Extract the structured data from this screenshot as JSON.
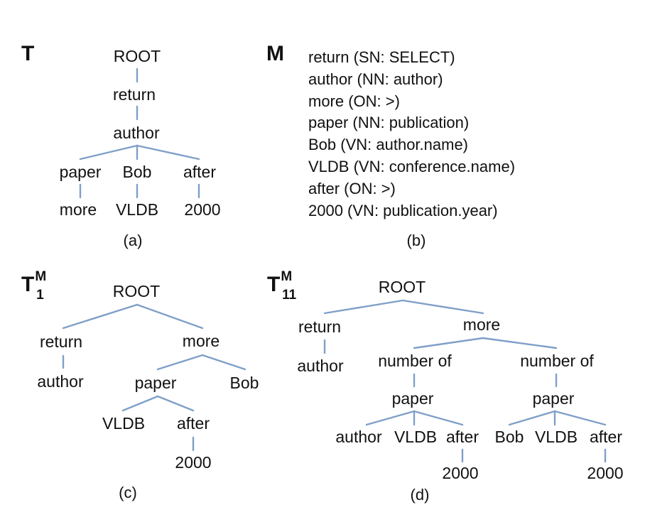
{
  "panels": {
    "a": {
      "label": "T",
      "caption": "(a)",
      "nodes": {
        "root": "ROOT",
        "return": "return",
        "author": "author",
        "paper": "paper",
        "bob": "Bob",
        "after": "after",
        "more": "more",
        "vldb": "VLDB",
        "y2000": "2000"
      }
    },
    "b": {
      "label": "M",
      "caption": "(b)",
      "mappings": [
        "return (SN: SELECT)",
        "author (NN: author)",
        "more (ON: >)",
        "paper (NN: publication)",
        "Bob (VN: author.name)",
        "VLDB (VN: conference.name)",
        "after (ON: >)",
        "2000 (VN: publication.year)"
      ]
    },
    "c": {
      "label": "T",
      "label_sup": "M",
      "label_sub": "1",
      "caption": "(c)",
      "nodes": {
        "root": "ROOT",
        "return": "return",
        "more": "more",
        "author": "author",
        "paper": "paper",
        "bob": "Bob",
        "vldb": "VLDB",
        "after": "after",
        "y2000": "2000"
      }
    },
    "d": {
      "label": "T",
      "label_sup": "M",
      "label_sub": "11",
      "caption": "(d)",
      "nodes": {
        "root": "ROOT",
        "return": "return",
        "more": "more",
        "author": "author",
        "numberof_l": "number of",
        "numberof_r": "number of",
        "paper_l": "paper",
        "paper_r": "paper",
        "author2": "author",
        "vldb_l": "VLDB",
        "after_l": "after",
        "bob": "Bob",
        "vldb_r": "VLDB",
        "after_r": "after",
        "y2000_l": "2000",
        "y2000_r": "2000"
      }
    }
  }
}
